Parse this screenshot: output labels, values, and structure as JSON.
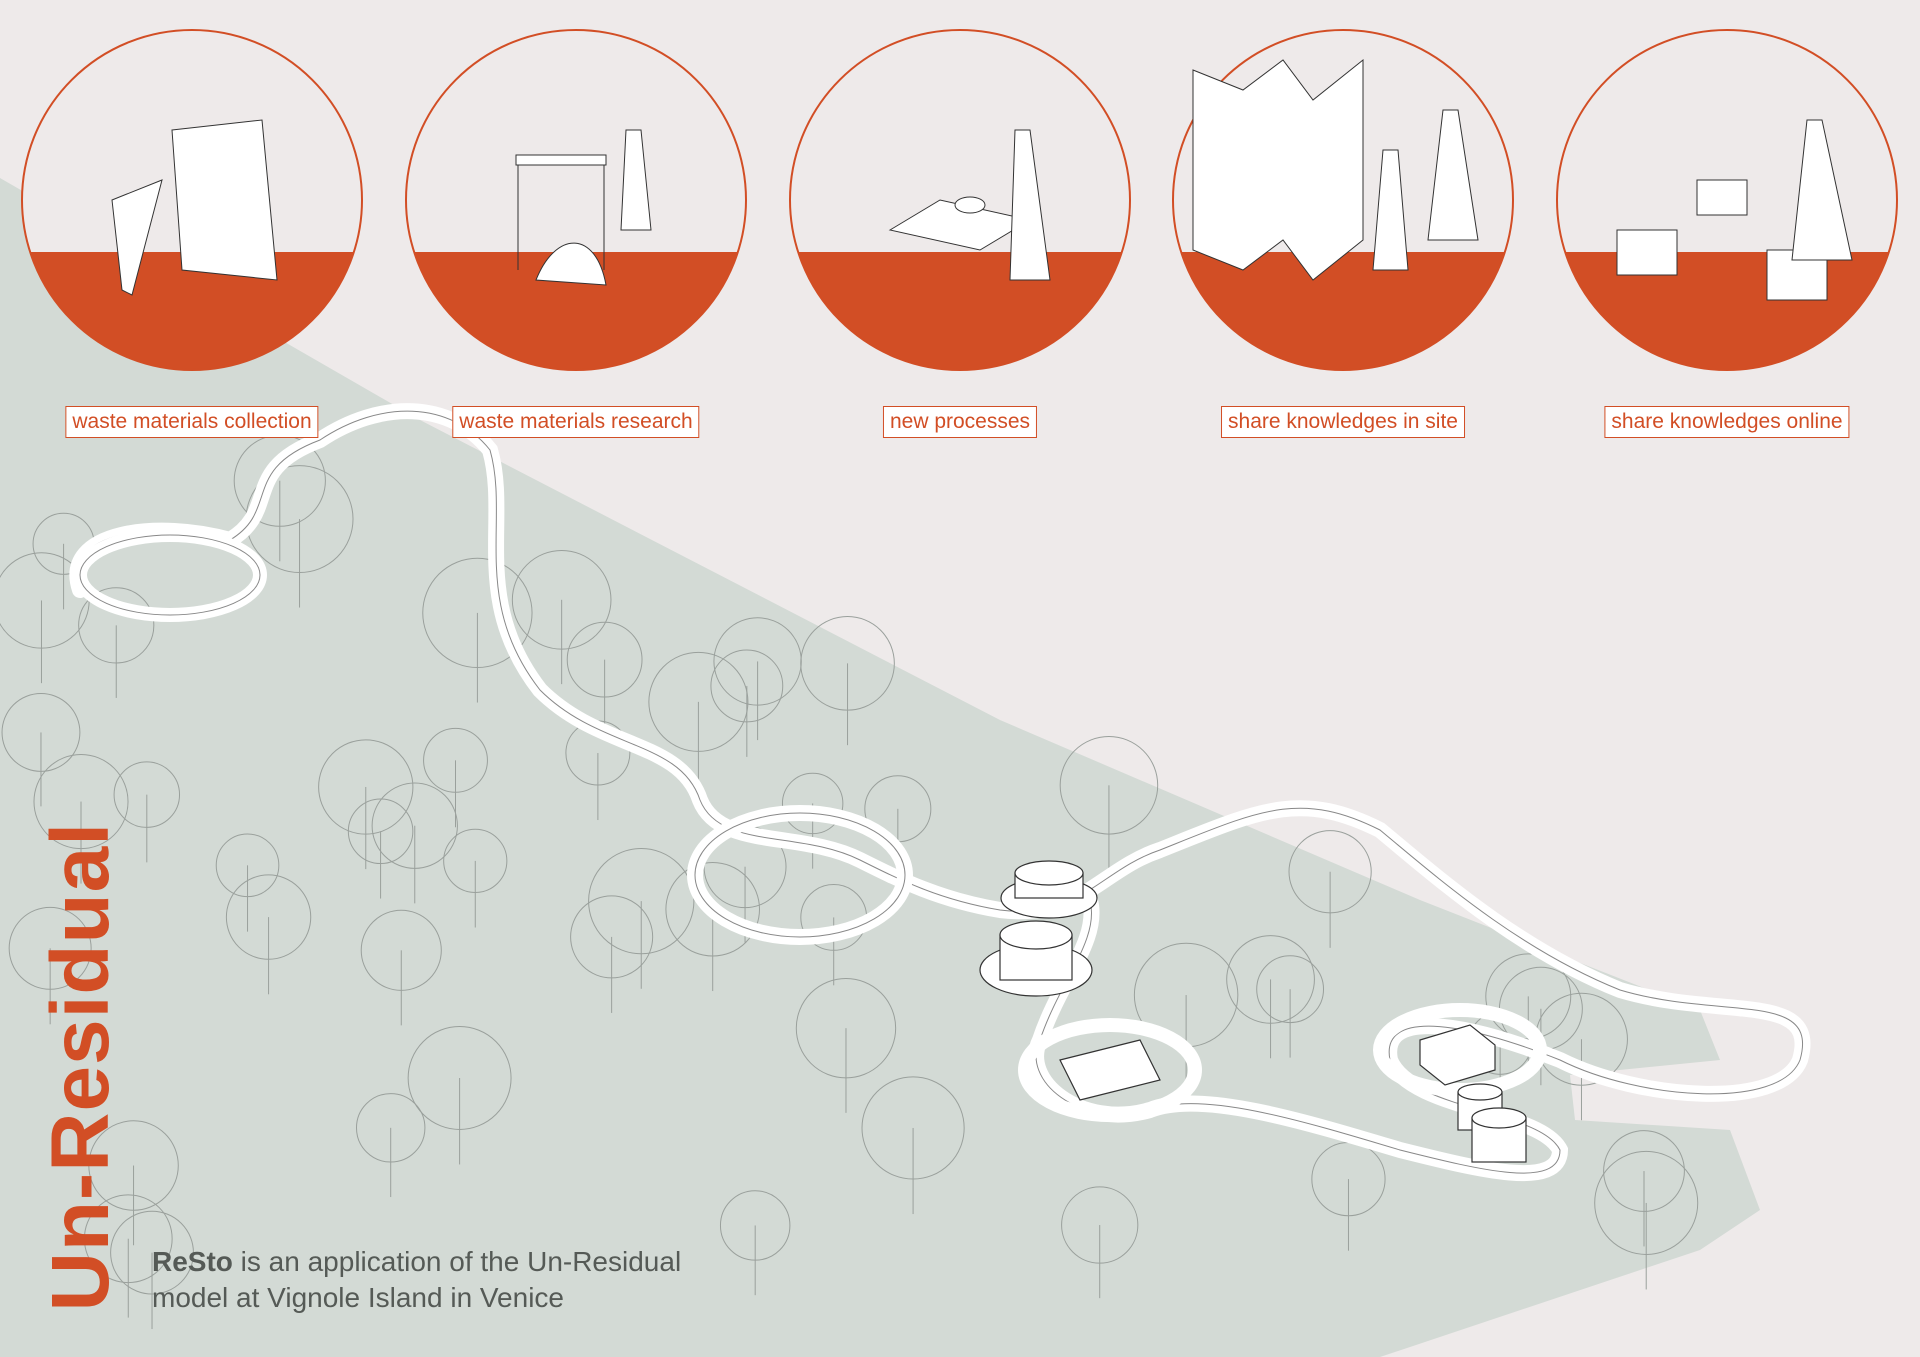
{
  "title": "Un-Residual",
  "caption": {
    "brand": "ReSto",
    "line1_rest": " is an application of the Un-Residual",
    "line2": "model at Vignole Island in Venice"
  },
  "stages": [
    {
      "label": "waste materials collection",
      "icon": "person-collecting-ferns-icon"
    },
    {
      "label": "waste materials research",
      "icon": "person-at-desk-research-icon"
    },
    {
      "label": "new processes",
      "icon": "person-at-table-pottery-icon"
    },
    {
      "label": "share knowledges in site",
      "icon": "exhibition-panels-visitors-icon"
    },
    {
      "label": "share knowledges online",
      "icon": "laptops-online-sharing-icon"
    }
  ],
  "colors": {
    "accent": "#d24e25",
    "background": "#eeeaea",
    "ground": "#d3dad5",
    "text": "#555a56"
  }
}
